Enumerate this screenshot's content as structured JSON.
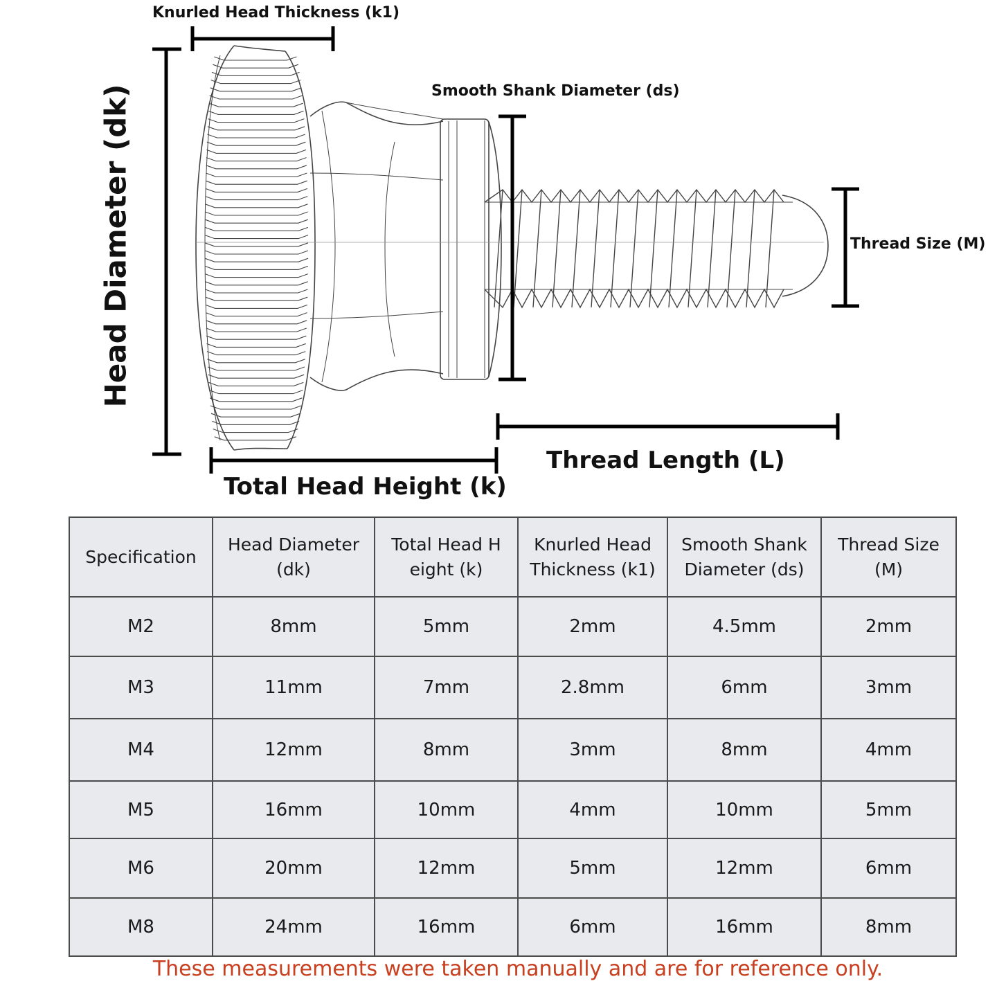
{
  "labels": {
    "head_diameter": "Head Diameter (dk)",
    "knurled_head_thickness": "Knurled Head Thickness (k1)",
    "smooth_shank_diameter": "Smooth Shank Diameter (ds)",
    "thread_size": "Thread Size (M)",
    "total_head_height": "Total Head Height (k)",
    "thread_length": "Thread Length (L)"
  },
  "table": {
    "headers": [
      [
        "Specification"
      ],
      [
        "Head Diameter",
        "(dk)"
      ],
      [
        "Total Head H",
        "eight (k)"
      ],
      [
        "Knurled Head",
        "Thickness (k1)"
      ],
      [
        "Smooth Shank",
        "Diameter (ds)"
      ],
      [
        "Thread Size",
        "(M)"
      ]
    ],
    "rows": [
      [
        "M2",
        "8mm",
        "5mm",
        "2mm",
        "4.5mm",
        "2mm"
      ],
      [
        "M3",
        "11mm",
        "7mm",
        "2.8mm",
        "6mm",
        "3mm"
      ],
      [
        "M4",
        "12mm",
        "8mm",
        "3mm",
        "8mm",
        "4mm"
      ],
      [
        "M5",
        "16mm",
        "10mm",
        "4mm",
        "10mm",
        "5mm"
      ],
      [
        "M6",
        "20mm",
        "12mm",
        "5mm",
        "12mm",
        "6mm"
      ],
      [
        "M8",
        "24mm",
        "16mm",
        "6mm",
        "16mm",
        "8mm"
      ]
    ]
  },
  "footnote": "These measurements were taken manually and are for reference only.",
  "colors": {
    "footnote": "#c8401f",
    "table_bg": "#e9eaee",
    "grid": "#4b4b4b"
  }
}
